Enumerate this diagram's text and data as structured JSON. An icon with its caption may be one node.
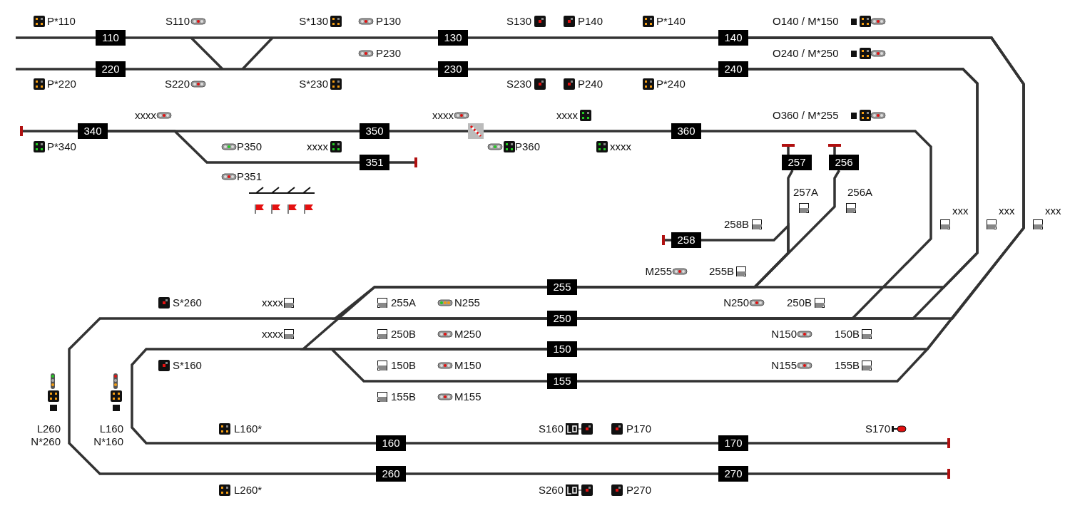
{
  "diagram": {
    "nodes": [
      {
        "text": [
          "110"
        ]
      },
      {
        "text": [
          "130"
        ]
      },
      {
        "text": [
          "140"
        ]
      },
      {
        "text": [
          "220"
        ]
      },
      {
        "text": [
          "230"
        ]
      },
      {
        "text": [
          "240"
        ]
      },
      {
        "text": [
          "340"
        ]
      },
      {
        "text": [
          "350"
        ]
      },
      {
        "text": [
          "360"
        ]
      },
      {
        "text": [
          "351"
        ]
      },
      {
        "text": [
          "257"
        ]
      },
      {
        "text": [
          "256"
        ]
      },
      {
        "text": [
          "258"
        ]
      },
      {
        "text": [
          "255"
        ]
      },
      {
        "text": [
          "250"
        ]
      },
      {
        "text": [
          "150"
        ]
      },
      {
        "text": [
          "155"
        ]
      },
      {
        "text": [
          "160"
        ]
      },
      {
        "text": [
          "170"
        ]
      },
      {
        "text": [
          "260"
        ]
      },
      {
        "text": [
          "270"
        ]
      }
    ],
    "edges": [
      {
        "from": 0,
        "to": 1,
        "arrow": "none"
      },
      {
        "from": 1,
        "to": 2,
        "arrow": "none"
      },
      {
        "from": 3,
        "to": 4,
        "arrow": "none"
      },
      {
        "from": 4,
        "to": 5,
        "arrow": "none"
      },
      {
        "from": 6,
        "to": 7,
        "arrow": "none"
      },
      {
        "from": 7,
        "to": 8,
        "arrow": "none"
      },
      {
        "from": 6,
        "to": 9,
        "arrow": "none"
      },
      {
        "from": 10,
        "to": 13,
        "arrow": "none"
      },
      {
        "from": 11,
        "to": 13,
        "arrow": "none"
      },
      {
        "from": 12,
        "to": 13,
        "arrow": "none"
      },
      {
        "from": 8,
        "to": 14,
        "arrow": "none"
      },
      {
        "from": 5,
        "to": 14,
        "arrow": "none"
      },
      {
        "from": 2,
        "to": 14,
        "arrow": "none"
      },
      {
        "from": 13,
        "to": 5,
        "arrow": "none"
      },
      {
        "from": 2,
        "to": 16,
        "arrow": "none"
      },
      {
        "from": 2,
        "to": 15,
        "arrow": "none"
      },
      {
        "from": 14,
        "to": 19,
        "arrow": "none"
      },
      {
        "from": 15,
        "to": 17,
        "arrow": "none"
      },
      {
        "from": 17,
        "to": 18,
        "arrow": "none"
      },
      {
        "from": 19,
        "to": 20,
        "arrow": "none"
      },
      {
        "from": 13,
        "to": 14,
        "arrow": "none"
      },
      {
        "from": 13,
        "to": 15,
        "arrow": "none"
      },
      {
        "from": 15,
        "to": 16,
        "arrow": "none"
      }
    ],
    "labels": [
      "P*110",
      "S110",
      "S*130",
      "P130",
      "S130",
      "P140",
      "P*140",
      "O140 / M*150",
      "P230",
      "O240 / M*250",
      "P*220",
      "S220",
      "S*230",
      "S230",
      "P240",
      "P*240",
      "xxxx",
      "xxxx",
      "xxxx",
      "O360 / M*255",
      "P*340",
      "P350",
      "xxxx",
      "P360",
      "xxxx",
      "P351",
      "257A",
      "256A",
      "xxx",
      "xxx",
      "xxx",
      "258B",
      "M255",
      "255B",
      "S*260",
      "xxxx",
      "255A",
      "N255",
      "N250",
      "250B",
      "xxxx",
      "250B",
      "M250",
      "N150",
      "150B",
      "S*160",
      "150B",
      "M150",
      "N155",
      "155B",
      "155B",
      "M155",
      "L260",
      "L160",
      "L160*",
      "S160",
      "P170",
      "S170",
      "N*260",
      "N*160",
      "L260*",
      "S260",
      "P270"
    ]
  }
}
